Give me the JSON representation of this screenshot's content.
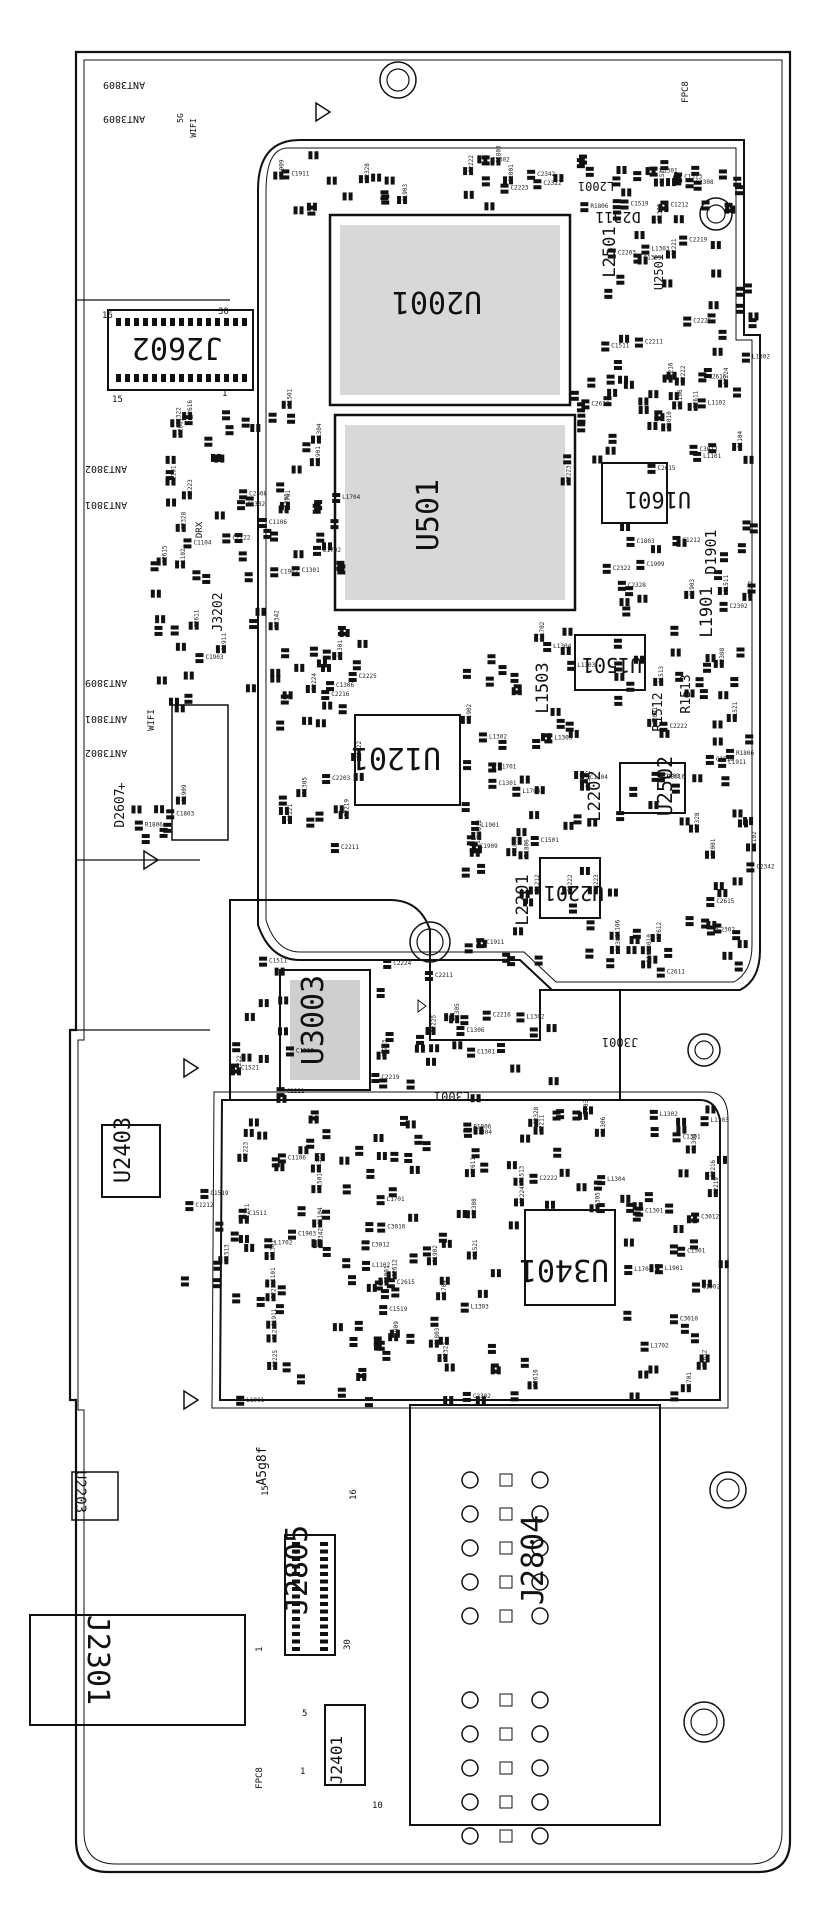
{
  "components": {
    "large": [
      {
        "ref": "U2001",
        "rot": 180
      },
      {
        "ref": "U501",
        "rot": -90
      },
      {
        "ref": "U1201",
        "rot": 180
      },
      {
        "ref": "U3003",
        "rot": -90
      },
      {
        "ref": "U3401",
        "rot": 180
      },
      {
        "ref": "J2602",
        "rot": 180
      },
      {
        "ref": "J2804",
        "rot": -90
      },
      {
        "ref": "J2805",
        "rot": -90
      },
      {
        "ref": "J2301",
        "rot": 90
      },
      {
        "ref": "U2403",
        "rot": -90
      }
    ],
    "medium": [
      {
        "ref": "U1601",
        "rot": 180
      },
      {
        "ref": "U1501",
        "rot": 180
      },
      {
        "ref": "U2502",
        "rot": -90
      },
      {
        "ref": "U2201",
        "rot": 180
      },
      {
        "ref": "U2501",
        "rot": -90
      },
      {
        "ref": "L2501",
        "rot": -90
      },
      {
        "ref": "L2001",
        "rot": 180
      },
      {
        "ref": "D2311",
        "rot": 180
      },
      {
        "ref": "L1503",
        "rot": -90
      },
      {
        "ref": "L1901",
        "rot": -90
      },
      {
        "ref": "D1901",
        "rot": -90
      },
      {
        "ref": "L2202",
        "rot": -90
      },
      {
        "ref": "L2201",
        "rot": -90
      },
      {
        "ref": "J3202",
        "rot": -90
      },
      {
        "ref": "J2401",
        "rot": -90
      },
      {
        "ref": "U2203",
        "rot": 90
      },
      {
        "ref": "D2607",
        "rot": -90
      },
      {
        "ref": "L3001",
        "rot": 180
      },
      {
        "ref": "J3001",
        "rot": 180
      },
      {
        "ref": "R1512",
        "rot": -90
      },
      {
        "ref": "R1513",
        "rot": -90
      }
    ],
    "antennas": [
      "ANT3809",
      "ANT3809",
      "ANT3802",
      "ANT3801",
      "ANT3809",
      "ANT3801",
      "ANT3802"
    ],
    "small": [
      "C2223",
      "C2222",
      "C2322",
      "C2328",
      "C2342",
      "C2308",
      "C2302",
      "C2001",
      "C1903",
      "C1911",
      "C1909",
      "C1803",
      "R1806",
      "C1212",
      "C1513",
      "C1519",
      "C1511",
      "C1521",
      "C2221",
      "C2222",
      "C2224",
      "C2225",
      "C2203",
      "C2219",
      "C2211",
      "C2216",
      "C1301",
      "C1305",
      "C1306",
      "L1302",
      "L1303",
      "L1304",
      "L1305",
      "L1701",
      "L1704",
      "L1702",
      "L1901",
      "C1902",
      "C1501",
      "C1301",
      "C3012",
      "C3010",
      "C2612",
      "C2611",
      "C2615",
      "C2616",
      "L1102",
      "L1101",
      "C1104",
      "C1106"
    ]
  },
  "labels": {
    "wifi_top": "WIFI",
    "five_g": "5G",
    "drx": "DRX",
    "wifi_left": "WIFI",
    "pcb_code": "A5g8f",
    "fpc_marks": [
      "FPC8",
      "FPC8"
    ],
    "pins": {
      "j2602_16": "16",
      "j2602_30": "30",
      "j2602_15": "15",
      "j2602_1": "1",
      "j2805_15": "15",
      "j2805_16": "16",
      "j2805_30": "30",
      "j2805_1": "1",
      "j2401_5": "5",
      "j2401_1": "1",
      "j2401_10": "10",
      "d2607_plus": "+"
    }
  }
}
